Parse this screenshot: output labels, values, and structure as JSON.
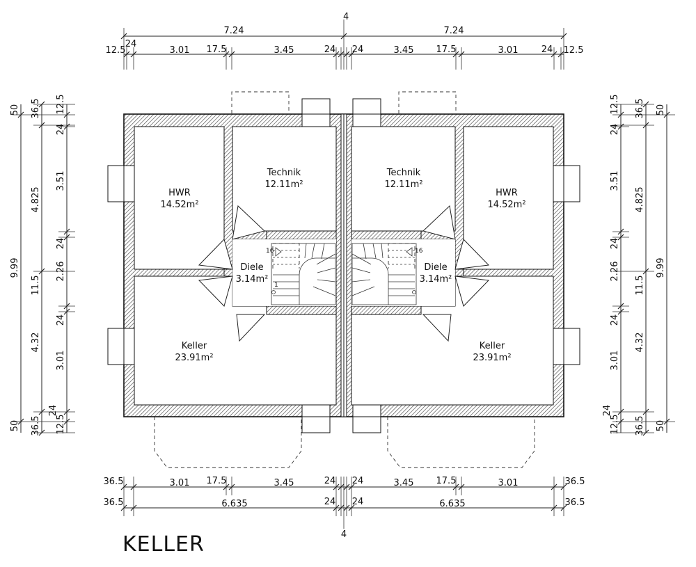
{
  "title": "KELLER",
  "center_mark": "4",
  "rooms": {
    "left": {
      "hwr": {
        "name": "HWR",
        "area": "14.52m²"
      },
      "technik": {
        "name": "Technik",
        "area": "12.11m²"
      },
      "diele": {
        "name": "Diele",
        "area": "3.14m²"
      },
      "keller": {
        "name": "Keller",
        "area": "23.91m²"
      }
    },
    "right": {
      "hwr": {
        "name": "HWR",
        "area": "14.52m²"
      },
      "technik": {
        "name": "Technik",
        "area": "12.11m²"
      },
      "diele": {
        "name": "Diele",
        "area": "3.14m²"
      },
      "keller": {
        "name": "Keller",
        "area": "23.91m²"
      }
    }
  },
  "stair_numbers": {
    "top": "16",
    "bottom": "1"
  },
  "dims_top": {
    "total_left": "7.24",
    "total_right": "7.24",
    "seg_left": [
      "12.5",
      "24",
      "3.01",
      "17.5",
      "3.45",
      "24"
    ],
    "seg_right": [
      "24",
      "3.45",
      "17.5",
      "3.01",
      "24",
      "12.5"
    ]
  },
  "dims_bottom": {
    "row1_left": [
      "36.5",
      "3.01",
      "17.5",
      "3.45",
      "24"
    ],
    "row1_right": [
      "24",
      "3.45",
      "17.5",
      "3.01",
      "36.5"
    ],
    "row2_left": [
      "36.5",
      "6.635",
      "24"
    ],
    "row2_right": [
      "24",
      "6.635",
      "36.5"
    ]
  },
  "dims_left": {
    "outer": [
      "50",
      "9.99",
      "50"
    ],
    "middle": [
      "36.5",
      "4.825",
      "11.5",
      "4.32",
      "36.5"
    ],
    "inner": [
      "12.5",
      "24",
      "3.51",
      "24",
      "2.26",
      "24",
      "3.01",
      "24",
      "12.5"
    ]
  },
  "dims_right": {
    "outer": [
      "50",
      "9.99",
      "50"
    ],
    "middle": [
      "36.5",
      "4.825",
      "11.5",
      "4.32",
      "36.5"
    ],
    "inner": [
      "12.5",
      "24",
      "3.51",
      "24",
      "2.26",
      "24",
      "3.01",
      "24",
      "12.5"
    ]
  }
}
